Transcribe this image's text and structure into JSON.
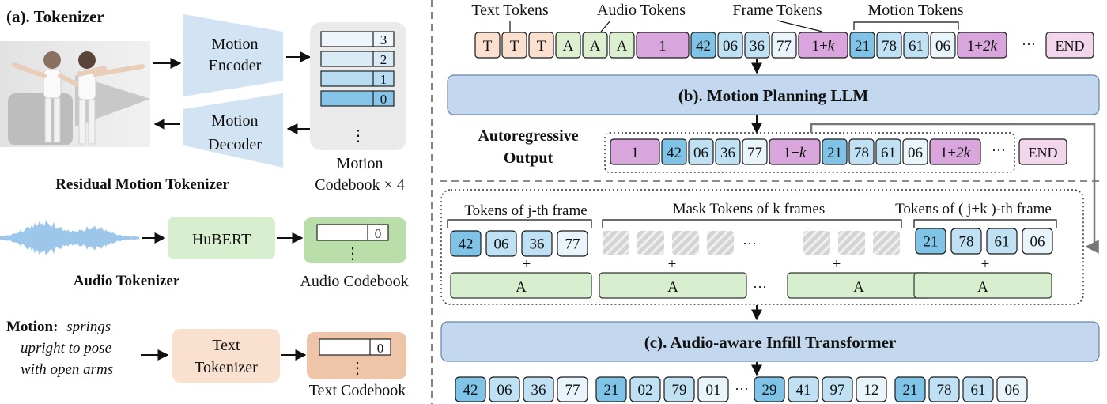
{
  "colors": {
    "text_tok": "#fbe0cf",
    "audio_tok": "#dcefd0",
    "frame_tok": "#d8a6dc",
    "motion_dark": "#7fc3e6",
    "motion_mid": "#bfe1f3",
    "motion_light": "#e9f4fb",
    "box_blue": "#bed6ee",
    "box_green": "#d8efcf",
    "box_peach": "#f5d7c2",
    "codebook_gray": "#eaeaea",
    "end_pink": "#f1d6ec"
  },
  "tokenizer": {
    "title": "(a). Tokenizer",
    "motion_encoder": [
      "Motion",
      "Encoder"
    ],
    "motion_decoder": [
      "Motion",
      "Decoder"
    ],
    "codebook_levels": [
      "3",
      "2",
      "1",
      "0"
    ],
    "vdots": "⋮",
    "motion_codebook_label": [
      "Motion",
      "Codebook × 4"
    ],
    "residual_label": "Residual Motion Tokenizer",
    "hubert": "HuBERT",
    "audio_code": "0",
    "audio_codebook_label": "Audio Codebook",
    "audio_tokenizer_label": "Audio Tokenizer",
    "motion_prefix": "Motion:",
    "motion_text": [
      "springs",
      "upright to pose",
      "with open arms"
    ],
    "text_tokenizer": [
      "Text",
      "Tokenizer"
    ],
    "text_code": "0",
    "text_codebook_label": "Text Codebook"
  },
  "planning": {
    "labels": {
      "text_tokens": "Text Tokens",
      "audio_tokens": "Audio Tokens",
      "frame_tokens": "Frame Tokens",
      "motion_tokens": "Motion Tokens"
    },
    "input_tokens": [
      {
        "t": "T",
        "c": "text"
      },
      {
        "t": "T",
        "c": "text"
      },
      {
        "t": "T",
        "c": "text"
      },
      {
        "t": "A",
        "c": "audio"
      },
      {
        "t": "A",
        "c": "audio"
      },
      {
        "t": "A",
        "c": "audio"
      },
      {
        "t": "1",
        "c": "frame"
      },
      {
        "t": "42",
        "c": "dark"
      },
      {
        "t": "06",
        "c": "mid"
      },
      {
        "t": "36",
        "c": "mid"
      },
      {
        "t": "77",
        "c": "light"
      },
      {
        "t": "1+k",
        "c": "frame"
      },
      {
        "t": "21",
        "c": "dark"
      },
      {
        "t": "78",
        "c": "mid"
      },
      {
        "t": "61",
        "c": "mid"
      },
      {
        "t": "06",
        "c": "light"
      },
      {
        "t": "1+2k",
        "c": "frame"
      }
    ],
    "ellipsis": "···",
    "end": "END",
    "llm_label": "(b). Motion Planning LLM",
    "autoregressive_label": [
      "Autoregressive",
      "Output"
    ],
    "output_tokens": [
      {
        "t": "1",
        "c": "frame"
      },
      {
        "t": "42",
        "c": "dark"
      },
      {
        "t": "06",
        "c": "mid"
      },
      {
        "t": "36",
        "c": "mid"
      },
      {
        "t": "77",
        "c": "light"
      },
      {
        "t": "1+k",
        "c": "frame"
      },
      {
        "t": "21",
        "c": "dark"
      },
      {
        "t": "78",
        "c": "mid"
      },
      {
        "t": "61",
        "c": "mid"
      },
      {
        "t": "06",
        "c": "light"
      },
      {
        "t": "1+2k",
        "c": "frame"
      }
    ]
  },
  "infill": {
    "label_j": "Tokens of j-th frame",
    "label_mask": "Mask Tokens of k frames",
    "label_jk": "Tokens of ( j+k )-th frame",
    "left_tokens": [
      {
        "t": "42",
        "c": "dark"
      },
      {
        "t": "06",
        "c": "mid"
      },
      {
        "t": "36",
        "c": "mid"
      },
      {
        "t": "77",
        "c": "light"
      }
    ],
    "right_tokens": [
      {
        "t": "21",
        "c": "dark"
      },
      {
        "t": "78",
        "c": "mid"
      },
      {
        "t": "61",
        "c": "mid"
      },
      {
        "t": "06",
        "c": "light"
      }
    ],
    "plus": "+",
    "audio_bar": "A",
    "transformer_label": "(c). Audio-aware Infill Transformer",
    "final_tokens": [
      {
        "t": "42",
        "c": "dark"
      },
      {
        "t": "06",
        "c": "mid"
      },
      {
        "t": "36",
        "c": "mid"
      },
      {
        "t": "77",
        "c": "light"
      },
      {
        "t": "21",
        "c": "dark"
      },
      {
        "t": "02",
        "c": "mid"
      },
      {
        "t": "79",
        "c": "mid"
      },
      {
        "t": "01",
        "c": "light"
      },
      {
        "t": "···",
        "c": "none"
      },
      {
        "t": "29",
        "c": "dark"
      },
      {
        "t": "41",
        "c": "mid"
      },
      {
        "t": "97",
        "c": "mid"
      },
      {
        "t": "12",
        "c": "light"
      },
      {
        "t": "21",
        "c": "dark"
      },
      {
        "t": "78",
        "c": "mid"
      },
      {
        "t": "61",
        "c": "mid"
      },
      {
        "t": "06",
        "c": "light"
      }
    ]
  }
}
